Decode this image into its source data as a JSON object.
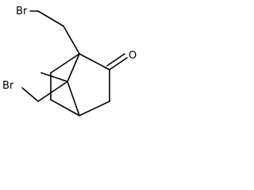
{
  "molecule": {
    "atoms": [
      {
        "id": "br_top",
        "symbol": "Br"
      },
      {
        "id": "br_left",
        "symbol": "Br"
      },
      {
        "id": "o_ketone",
        "symbol": "O"
      }
    ],
    "colors": {
      "bond": "#000000",
      "label": "#000000",
      "background": "#ffffff"
    }
  }
}
